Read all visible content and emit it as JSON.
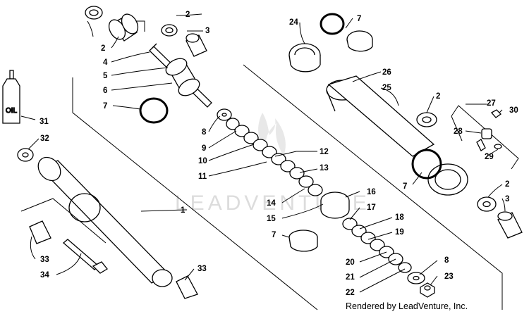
{
  "watermark": "LEADVENTURE",
  "credit": "Rendered by LeadVenture, Inc.",
  "oil_bottle_label": "OIL",
  "colors": {
    "line": "#000000",
    "ring_highlight": "#000000",
    "watermark": "#dcdcdc"
  },
  "callouts": [
    {
      "id": "c2a",
      "text": "2"
    },
    {
      "id": "c3a",
      "text": "3"
    },
    {
      "id": "c2b",
      "text": "2"
    },
    {
      "id": "c4",
      "text": "4"
    },
    {
      "id": "c5",
      "text": "5"
    },
    {
      "id": "c6",
      "text": "6"
    },
    {
      "id": "c7a",
      "text": "7"
    },
    {
      "id": "c8a",
      "text": "8"
    },
    {
      "id": "c9",
      "text": "9"
    },
    {
      "id": "c10",
      "text": "10"
    },
    {
      "id": "c11",
      "text": "11"
    },
    {
      "id": "c12",
      "text": "12"
    },
    {
      "id": "c13",
      "text": "13"
    },
    {
      "id": "c14",
      "text": "14"
    },
    {
      "id": "c15",
      "text": "15"
    },
    {
      "id": "c16",
      "text": "16"
    },
    {
      "id": "c17",
      "text": "17"
    },
    {
      "id": "c18",
      "text": "18"
    },
    {
      "id": "c19",
      "text": "19"
    },
    {
      "id": "c20",
      "text": "20"
    },
    {
      "id": "c21",
      "text": "21"
    },
    {
      "id": "c22",
      "text": "22"
    },
    {
      "id": "c23",
      "text": "23"
    },
    {
      "id": "c8b",
      "text": "8"
    },
    {
      "id": "c7b",
      "text": "7"
    },
    {
      "id": "c1",
      "text": "1"
    },
    {
      "id": "c31",
      "text": "31"
    },
    {
      "id": "c32",
      "text": "32"
    },
    {
      "id": "c33a",
      "text": "33"
    },
    {
      "id": "c34",
      "text": "34"
    },
    {
      "id": "c33b",
      "text": "33"
    },
    {
      "id": "c24",
      "text": "24"
    },
    {
      "id": "c7c",
      "text": "7"
    },
    {
      "id": "c26",
      "text": "26"
    },
    {
      "id": "c25",
      "text": "25"
    },
    {
      "id": "c2c",
      "text": "2"
    },
    {
      "id": "c27",
      "text": "27"
    },
    {
      "id": "c30",
      "text": "30"
    },
    {
      "id": "c28",
      "text": "28"
    },
    {
      "id": "c29",
      "text": "29"
    },
    {
      "id": "c7d",
      "text": "7"
    },
    {
      "id": "c2d",
      "text": "2"
    },
    {
      "id": "c3b",
      "text": "3"
    }
  ]
}
